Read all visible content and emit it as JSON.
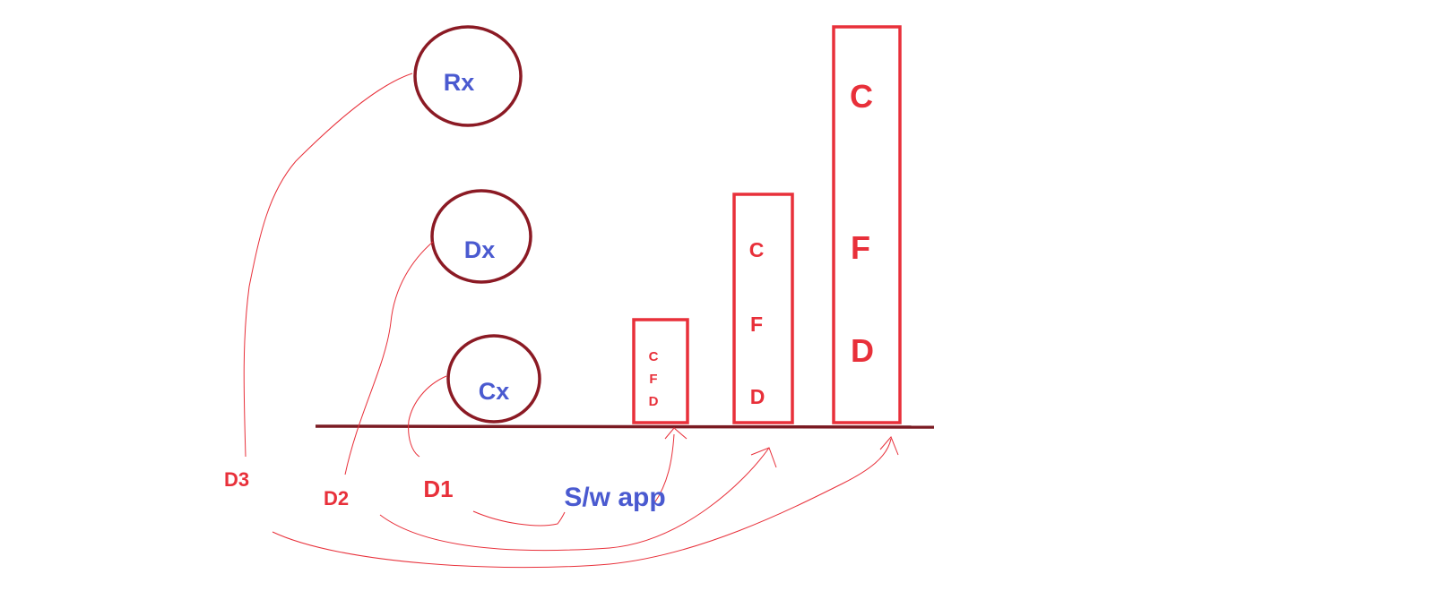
{
  "colors": {
    "circle_stroke": "#8b1a24",
    "circle_text": "#4a5ad0",
    "box_stroke": "#e8303a",
    "box_text": "#e8303a",
    "baseline": "#7a1a22",
    "arrow": "#e8303a",
    "d_label": "#e8303a",
    "app_label": "#4a5ad0"
  },
  "circles": [
    {
      "label": "Rx"
    },
    {
      "label": "Dx"
    },
    {
      "label": "Cx"
    }
  ],
  "boxes": [
    {
      "letters": [
        "C",
        "F",
        "D"
      ]
    },
    {
      "letters": [
        "C",
        "F",
        "D"
      ]
    },
    {
      "letters": [
        "C",
        "F",
        "D"
      ]
    }
  ],
  "labels": {
    "d3": "D3",
    "d2": "D2",
    "d1": "D1",
    "app": "S/w app"
  }
}
